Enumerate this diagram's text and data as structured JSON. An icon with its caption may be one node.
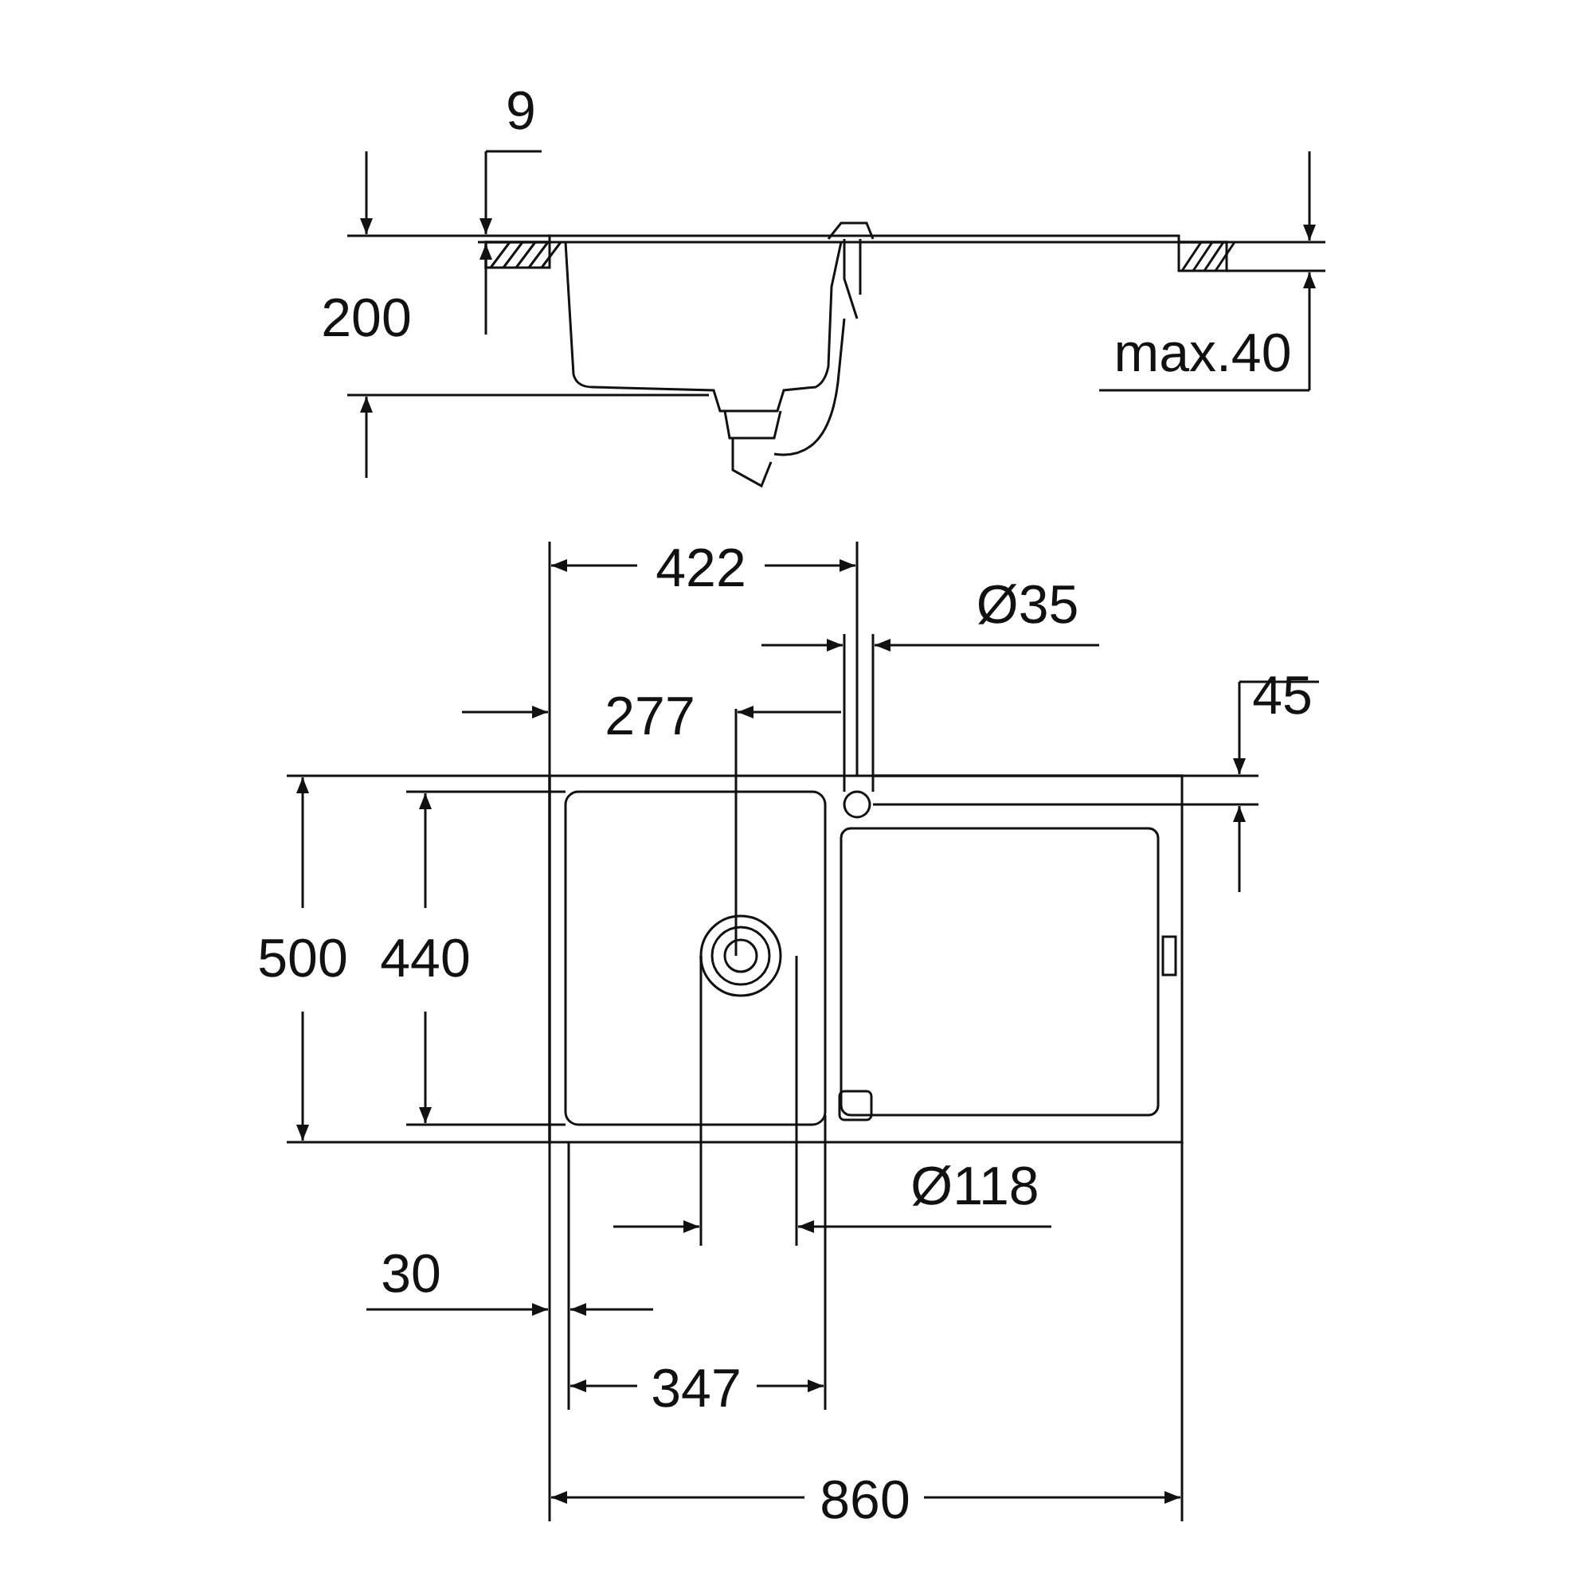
{
  "diagram": {
    "labels": [
      "9",
      "200",
      "max.40",
      "422",
      "Ø35",
      "45",
      "277",
      "500",
      "440",
      "Ø118",
      "30",
      "347",
      "860"
    ]
  }
}
